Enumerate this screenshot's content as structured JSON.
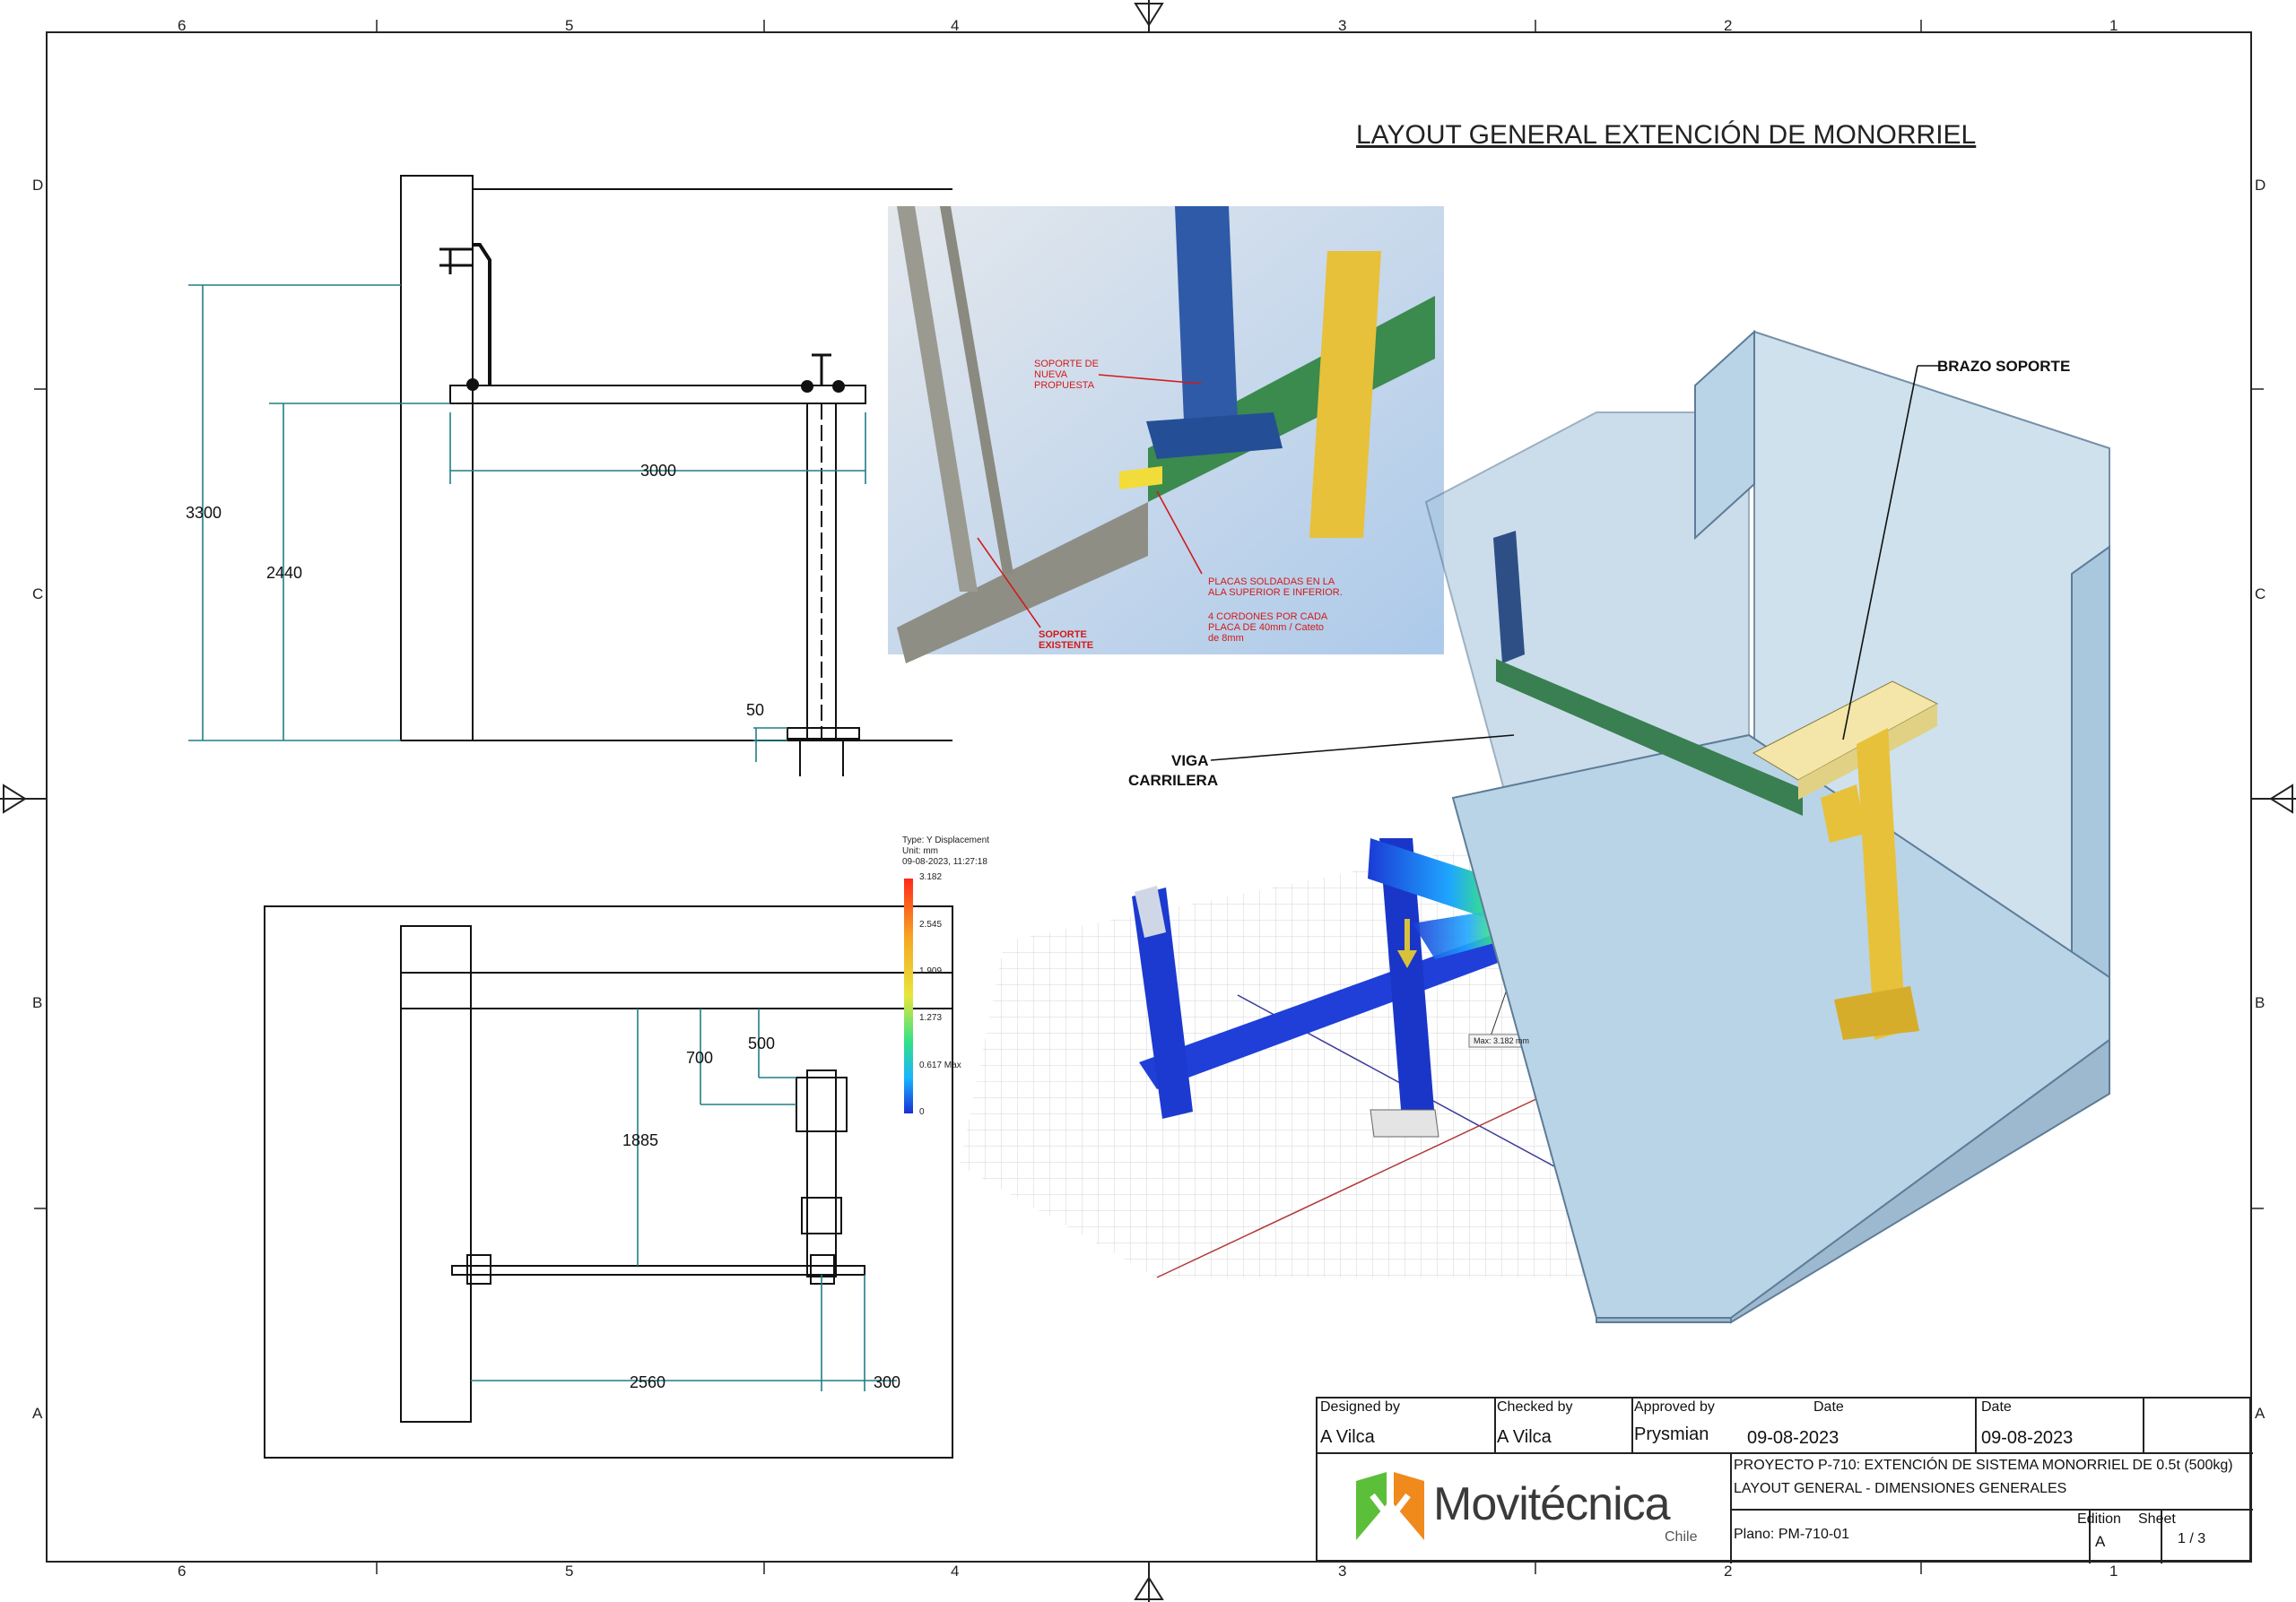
{
  "drawing": {
    "title": "LAYOUT GENERAL EXTENCIÓN DE MONORRIEL",
    "grid_columns_top": [
      "6",
      "5",
      "4",
      "3",
      "2",
      "1"
    ],
    "grid_rows": [
      "D",
      "C",
      "B",
      "A"
    ]
  },
  "elevation_view": {
    "dims": {
      "d3300": "3300",
      "d2440": "2440",
      "d3000": "3000",
      "d50": "50"
    }
  },
  "plan_view": {
    "dims": {
      "d700": "700",
      "d500": "500",
      "d1885": "1885",
      "d2560": "2560",
      "d300": "300"
    }
  },
  "render_detail": {
    "labels": {
      "soporte_nueva": "SOPORTE DE\nNUEVA\nPROPUESTA",
      "placas": "PLACAS SOLDADAS EN LA\nALA SUPERIOR E INFERIOR.",
      "cordones": "4 CORDONES POR CADA\nPLACA DE 40mm / Cateto\nde 8mm",
      "soporte_existente": "SOPORTE\nEXISTENTE"
    }
  },
  "fea": {
    "legend": {
      "type": "Type: Y Displacement",
      "unit": "Unit: mm",
      "date": "09-08-2023, 11:27:18",
      "ticks": [
        "3.182",
        "2.545",
        "1.909",
        "1.273",
        "0.617 Max",
        "0"
      ]
    },
    "max_label": "Max: 3.182 mm"
  },
  "iso_view": {
    "callouts": {
      "brazo": "BRAZO SOPORTE",
      "viga_1": "VIGA",
      "viga_2": "CARRILERA"
    }
  },
  "title_block": {
    "designed_by_label": "Designed by",
    "designed_by": "A Vilca",
    "checked_by_label": "Checked by",
    "checked_by": "A Vilca",
    "approved_by_label": "Approved by",
    "approved_by": "Prysmian",
    "date_label": "Date",
    "date_1": "09-08-2023",
    "date_label_2": "Date",
    "date_2": "09-08-2023",
    "project_line_1": "PROYECTO P-710: EXTENCIÓN DE SISTEMA MONORRIEL DE 0.5t (500kg)",
    "project_line_2": "LAYOUT GENERAL - DIMENSIONES GENERALES",
    "plano": "Plano: PM-710-01",
    "edition_label": "Edition",
    "edition": "A",
    "sheet_label": "Sheet",
    "sheet": "1 / 3",
    "logo_name": "Movitécnica",
    "logo_sub": "Chile"
  },
  "colors": {
    "dimension": "#1f7f86",
    "steel_blue": "#2e5aa8",
    "steel_green": "#3b8a4e",
    "steel_yellow": "#e7c13a",
    "concrete": "#b9d4e6",
    "logo_green": "#5bbf3a",
    "logo_orange": "#f08a1c"
  }
}
